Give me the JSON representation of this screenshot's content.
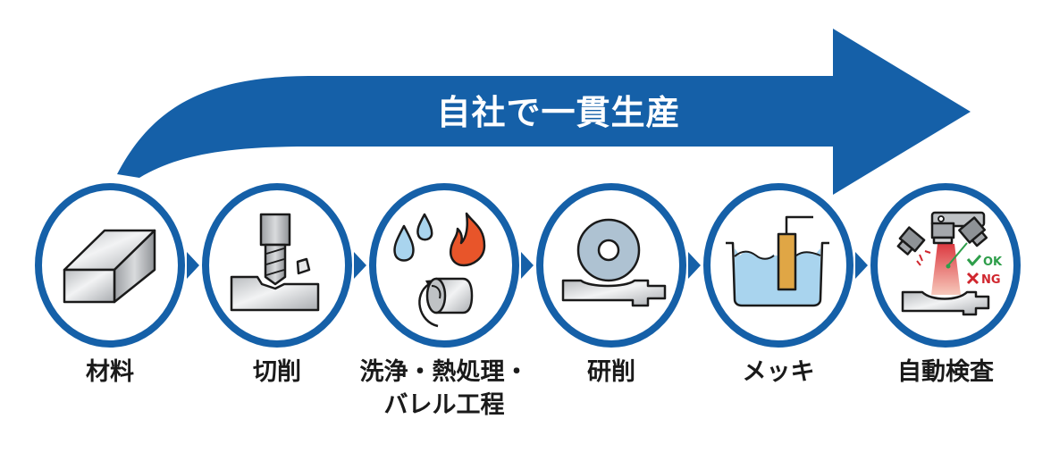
{
  "banner": {
    "title": "自社で一貫生産",
    "color": "#1560A8"
  },
  "steps": [
    {
      "label_line1": "材料",
      "label_line2": "",
      "icon": "metal-block-icon"
    },
    {
      "label_line1": "切削",
      "label_line2": "",
      "icon": "end-mill-cutting-icon"
    },
    {
      "label_line1": "洗浄・熱処理・",
      "label_line2": "バレル工程",
      "icon": "wash-heat-barrel-icon"
    },
    {
      "label_line1": "研削",
      "label_line2": "",
      "icon": "grinding-wheel-icon"
    },
    {
      "label_line1": "メッキ",
      "label_line2": "",
      "icon": "plating-tank-icon"
    },
    {
      "label_line1": "自動検査",
      "label_line2": "",
      "icon": "automatic-inspection-icon"
    }
  ],
  "inspection": {
    "ok_label": "OK",
    "ng_label": "NG",
    "ok_color": "#2E9E4A",
    "ng_color": "#D0262E"
  },
  "colors": {
    "circle_border": "#1560A8",
    "metal": "#C9CCCF",
    "water": "#A9D4EE",
    "flame": "#E8552A",
    "electrode": "#E0A645",
    "grinder": "#AEC2D2"
  }
}
